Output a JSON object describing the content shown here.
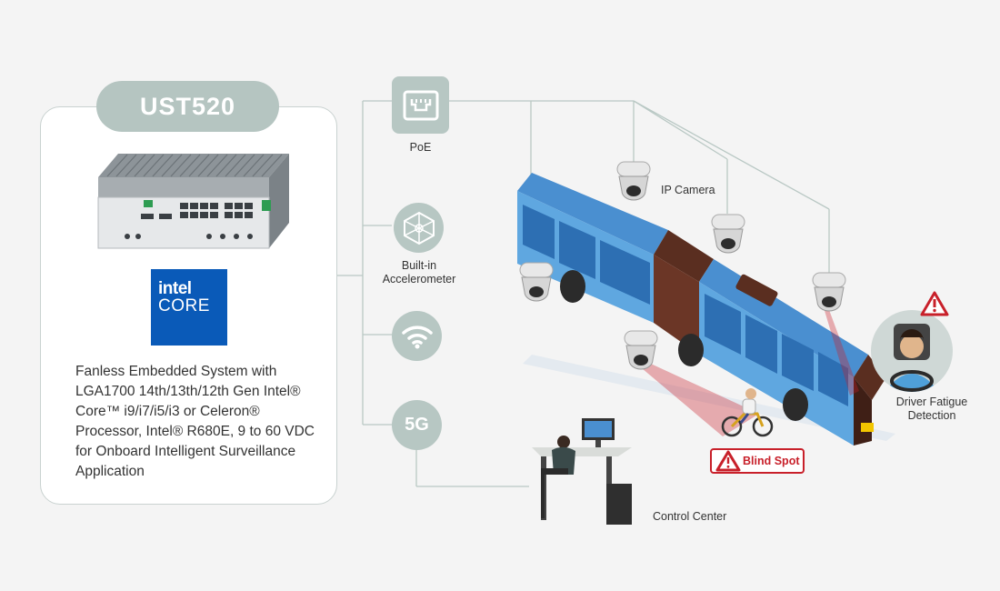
{
  "product": {
    "name": "UST520",
    "description": "Fanless Embedded System with LGA1700 14th/13th/12th Gen Intel® Core™ i9/i7/i5/i3 or Celeron® Processor, Intel® R680E, 9 to 60 VDC for Onboard Intelligent Surveillance Application"
  },
  "intel_logo": {
    "line1": "intel",
    "line2": "CORE",
    "color": "#0a5ab8"
  },
  "features": [
    {
      "label": "PoE",
      "icon": "ethernet-port-icon"
    },
    {
      "label": "Built-in Accelerometer",
      "icon": "accelerometer-icon"
    },
    {
      "label": "",
      "icon": "wifi-icon"
    },
    {
      "label": "",
      "icon": "5g-icon",
      "icon_text": "5G"
    }
  ],
  "scene": {
    "ip_camera_label": "IP Camera",
    "driver_label_1": "Driver Fatigue",
    "driver_label_2": "Detection",
    "blind_spot_label": "Blind Spot",
    "control_center_label": "Control Center"
  },
  "colors": {
    "accent": "#b7c7c3",
    "bus": "#5fa7e0",
    "bus_dark": "#5a2e20",
    "warning": "#c8202a",
    "line": "#b9c8c4"
  }
}
